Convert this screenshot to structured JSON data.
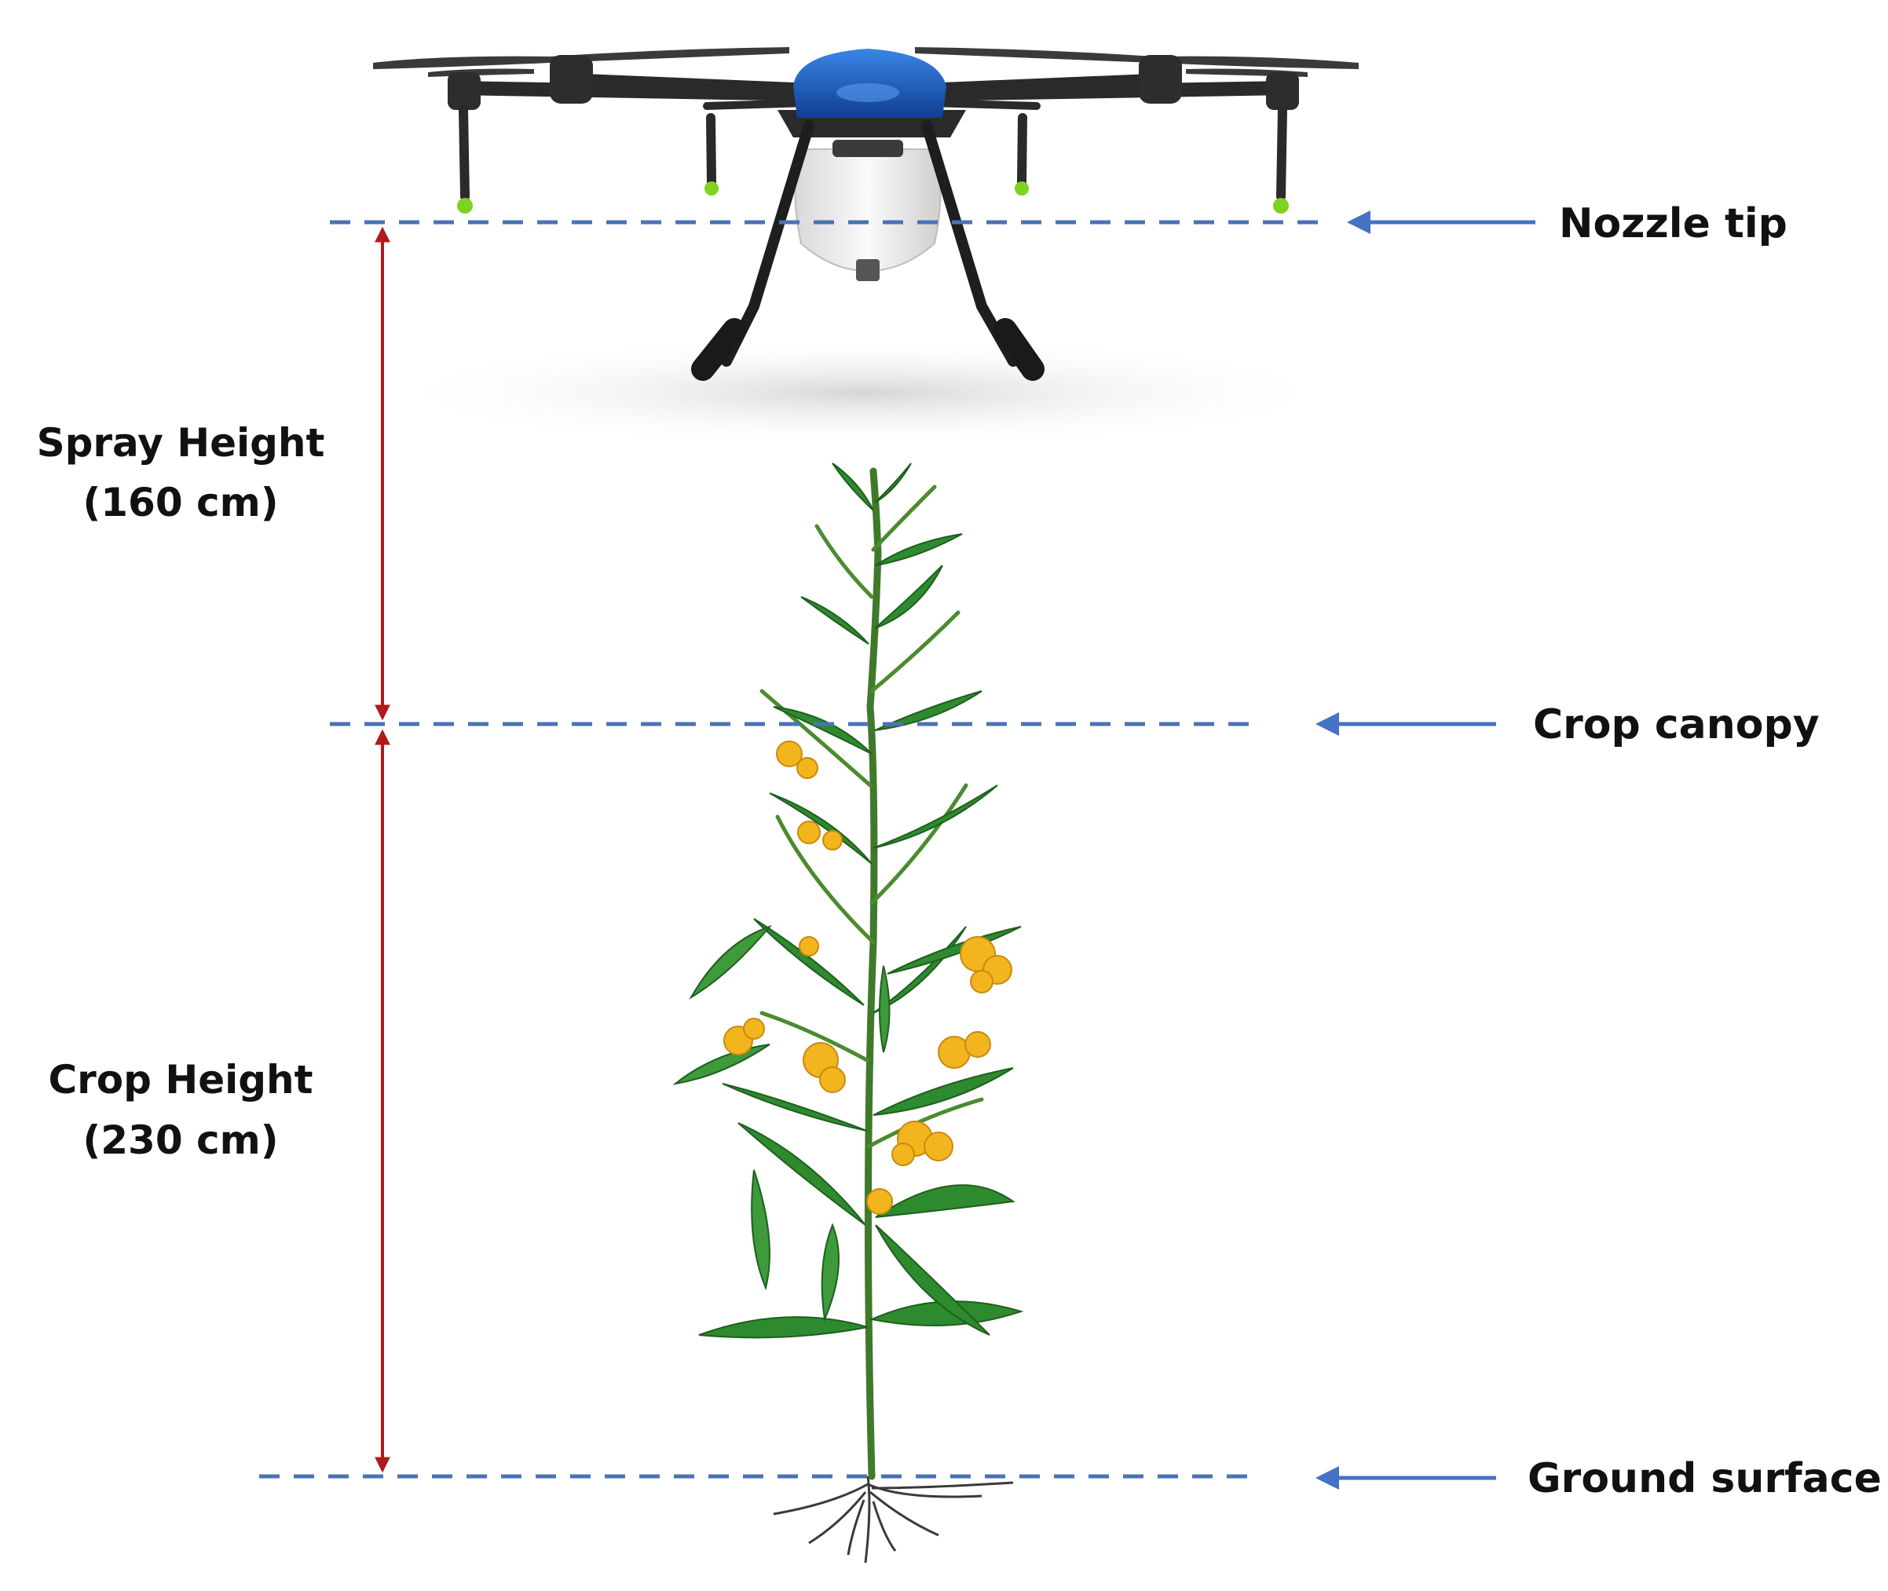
{
  "colors": {
    "dash_line": "#4a72b6",
    "pointer_arrow": "#4472c4",
    "dimension_arrow": "#b01a1a",
    "drone_body": "#1f64c8",
    "drone_arm": "#2a2a2a",
    "tank": "#f2f2f2",
    "nozzle": "#7ed321",
    "leaf": "#2e8a2e",
    "flower": "#f2b51d",
    "root": "#3a3a3a"
  },
  "icons": [
    "agricultural-drone-icon",
    "pigeon-pea-plant-icon",
    "roots-icon"
  ],
  "levels": {
    "nozzle_tip": "Nozzle tip",
    "crop_canopy": "Crop canopy",
    "ground_surface": "Ground surface"
  },
  "dimensions": {
    "spray": {
      "label": "Spray Height",
      "value": "(160 cm)",
      "cm": 160
    },
    "crop": {
      "label": "Crop Height",
      "value": "(230 cm)",
      "cm": 230
    }
  }
}
